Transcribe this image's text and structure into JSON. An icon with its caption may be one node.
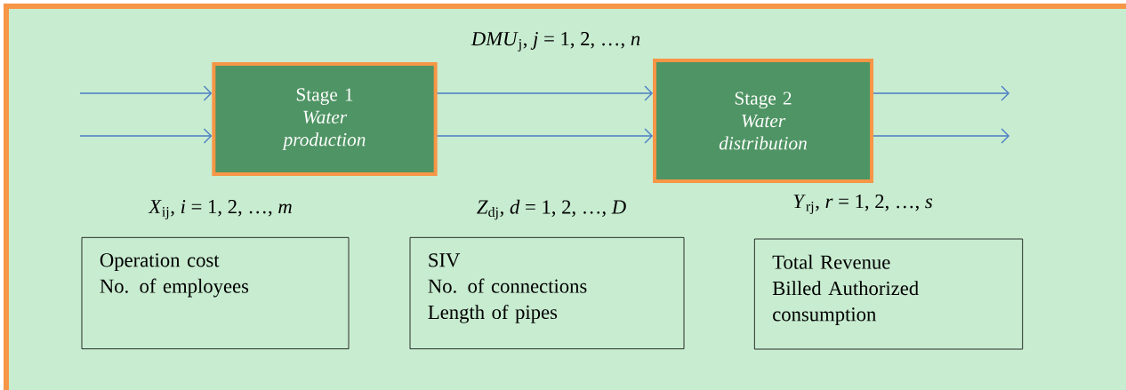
{
  "diagram": {
    "nodes": [
      {
        "text": [
          "Stage 1",
          "Water production"
        ]
      },
      {
        "text": [
          "Stage 2",
          "Water distribution"
        ]
      },
      {
        "text": [
          "Operation cost",
          "No. of employees"
        ]
      },
      {
        "text": [
          "SIV",
          "No. of connections",
          "Length of pipes"
        ]
      },
      {
        "text": [
          "Total Revenue",
          "Billed Authorized consumption"
        ]
      }
    ],
    "edges": [
      {
        "from": null,
        "to": 0,
        "arrow": "to"
      },
      {
        "from": null,
        "to": 0,
        "arrow": "to"
      },
      {
        "from": 0,
        "to": 1,
        "arrow": "to"
      },
      {
        "from": 0,
        "to": 1,
        "arrow": "to"
      },
      {
        "from": 1,
        "to": null,
        "arrow": "to"
      },
      {
        "from": 1,
        "to": null,
        "arrow": "to"
      }
    ],
    "labels": [
      "*DMU*$_{j}$, *j* = 1, 2, …, *n*",
      "*X*$_{ij}$, *i* = 1, 2, …, *m*",
      "*Z*$_{dj}$, *d* = 1, 2, …, *D*",
      "*Y*$_{rj}$, *r* = 1, 2, …, *s*"
    ]
  }
}
